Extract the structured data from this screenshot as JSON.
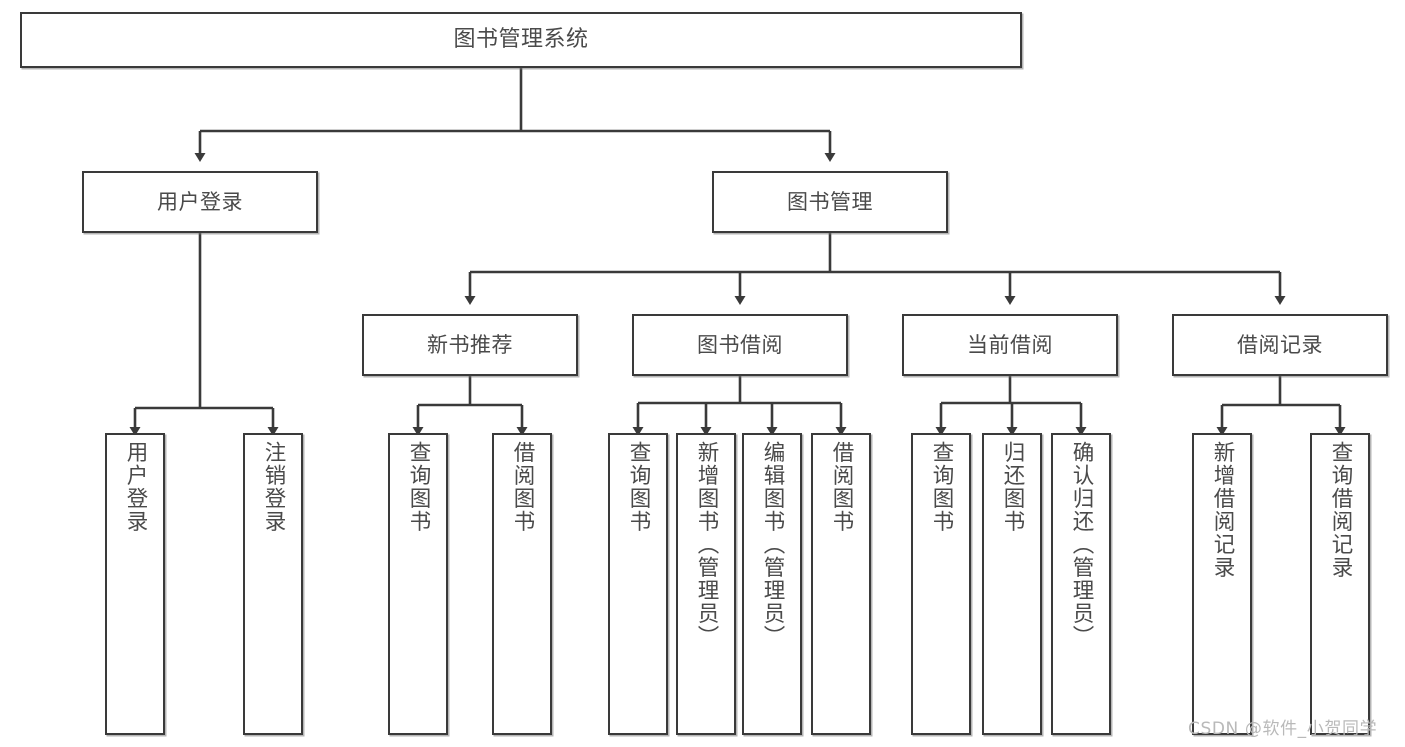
{
  "diagram": {
    "title": "图书管理系统",
    "type": "tree-hierarchy",
    "root": {
      "id": "root",
      "label": "图书管理系统"
    },
    "level1": [
      {
        "id": "user-login",
        "label": "用户登录"
      },
      {
        "id": "book-management",
        "label": "图书管理"
      }
    ],
    "level2": [
      {
        "id": "new-book-recommend",
        "label": "新书推荐",
        "parent": "book-management"
      },
      {
        "id": "book-borrow",
        "label": "图书借阅",
        "parent": "book-management"
      },
      {
        "id": "current-borrow",
        "label": "当前借阅",
        "parent": "book-management"
      },
      {
        "id": "borrow-record",
        "label": "借阅记录",
        "parent": "book-management"
      }
    ],
    "leaves": {
      "user_login": [
        {
          "id": "leaf-user-login",
          "label": "用户登录"
        },
        {
          "id": "leaf-user-logout",
          "label": "注销登录"
        }
      ],
      "new_book_recommend": [
        {
          "id": "leaf-query-book-1",
          "label": "查询图书"
        },
        {
          "id": "leaf-borrow-book-1",
          "label": "借阅图书"
        }
      ],
      "book_borrow": [
        {
          "id": "leaf-query-book-2",
          "label": "查询图书"
        },
        {
          "id": "leaf-add-book",
          "label": "新增图书（管理员）"
        },
        {
          "id": "leaf-edit-book",
          "label": "编辑图书（管理员）"
        },
        {
          "id": "leaf-borrow-book-2",
          "label": "借阅图书"
        }
      ],
      "current_borrow": [
        {
          "id": "leaf-query-book-3",
          "label": "查询图书"
        },
        {
          "id": "leaf-return-book",
          "label": "归还图书"
        },
        {
          "id": "leaf-confirm-return",
          "label": "确认归还（管理员）"
        }
      ],
      "borrow_record": [
        {
          "id": "leaf-add-record",
          "label": "新增借阅记录"
        },
        {
          "id": "leaf-query-record",
          "label": "查询借阅记录"
        }
      ]
    }
  },
  "watermark": {
    "text": "CSDN @软件_小贺同学"
  },
  "colors": {
    "stroke": "#3a3a3a",
    "text": "#4a4a4a",
    "background": "#ffffff",
    "watermark": "#b9b9b9"
  }
}
